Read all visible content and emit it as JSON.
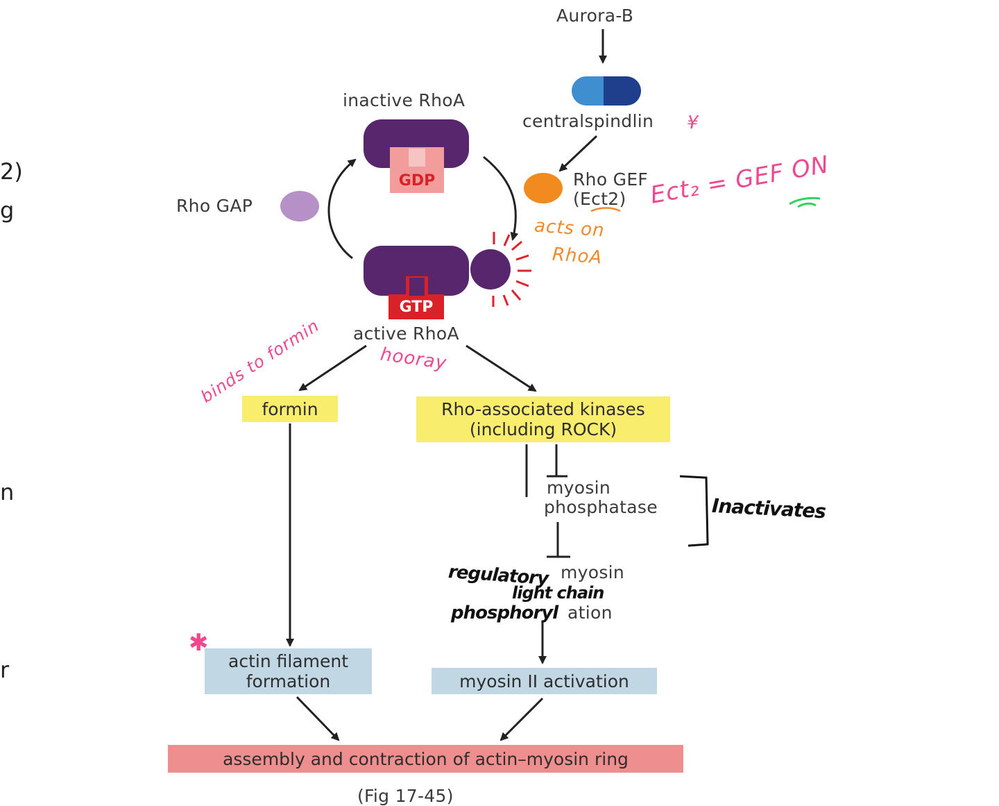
{
  "left_edge": [
    "2)",
    "g",
    "n",
    "r"
  ],
  "nodes": {
    "aurora_b": "Aurora-B",
    "centralspindlin": "centralspindlin",
    "inactive_rhoa": "inactive RhoA",
    "gdp": "GDP",
    "gtp": "GTP",
    "active_rhoa": "active RhoA",
    "rho_gap": "Rho GAP",
    "rho_gef": "Rho GEF",
    "ect2": "(Ect2)",
    "formin": "formin",
    "rock_line1": "Rho-associated kinases",
    "rock_line2": "(including ROCK)",
    "myosin_phosphatase_1": "myosin",
    "myosin_phosphatase_2": "phosphatase",
    "mlc_1": "myosin",
    "mlc_3": "ation",
    "actin_1": "actin filament",
    "actin_2": "formation",
    "myosin2": "myosin II activation",
    "ring": "assembly and contraction of actin–myosin ring",
    "caption": "(Fig 17-45)"
  },
  "annotations": {
    "star_centralspindlin": "¥",
    "ect2_gef_on": "Ect₂ = GEF ON",
    "acts_on": "acts on",
    "rhoa": "RhoA",
    "binds_to_formin": "binds to formin",
    "hooray": "hooray",
    "inactivates": "Inactivates",
    "regulatory": "regulatory",
    "light_chain": "light chain",
    "phosphorylation": "phosphoryl",
    "star_actin": "✱"
  },
  "colors": {
    "rhoa_purple": "#57266d",
    "gdp_pink": "#f29c9c",
    "gtp_red": "#d92128",
    "gap_lavender": "#b591c7",
    "gef_orange": "#f28b1f",
    "centralspindlin_light": "#3f8fd0",
    "centralspindlin_dark": "#1f3f8c",
    "highlight_yellow": "#f9ed6e",
    "process_blue": "#c2d7e4",
    "ring_pink": "#ef8e8e"
  }
}
